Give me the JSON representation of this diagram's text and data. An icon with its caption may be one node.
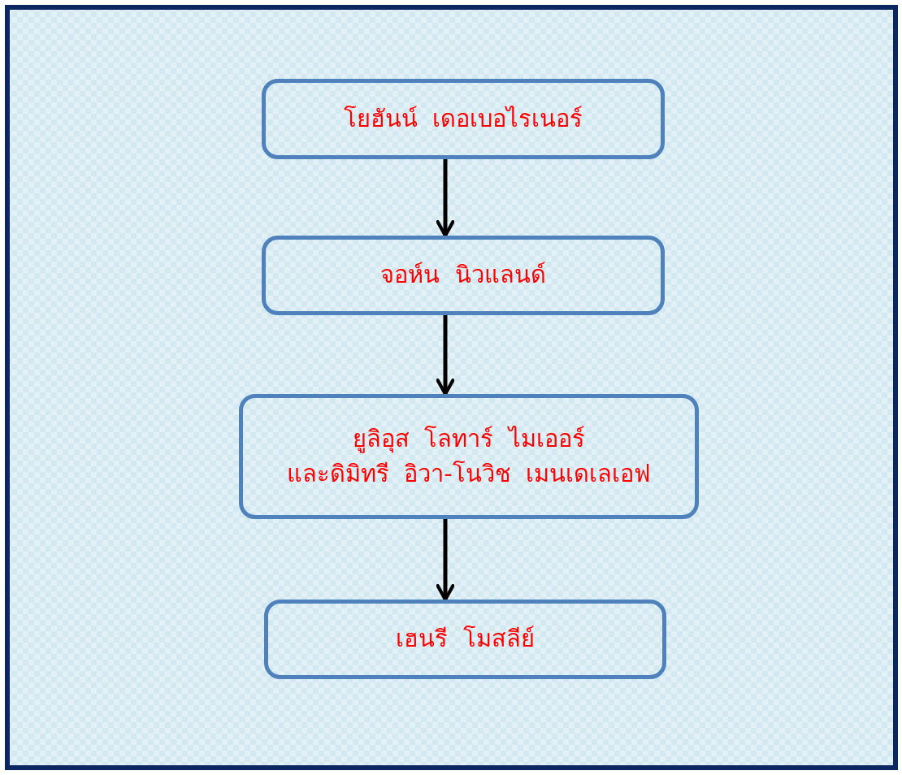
{
  "diagram": {
    "nodes": [
      {
        "text": [
          "โยฮันน์  เดอเบอไรเนอร์"
        ]
      },
      {
        "text": [
          "จอห์น  นิวแลนด์"
        ]
      },
      {
        "text": [
          "ยูลิอุส  โลทาร์  ไมเออร์ และดิมิทรี  อิวา-โนวิช  เมนเดเลเอฟ"
        ]
      },
      {
        "text": [
          "เฮนรี  โมสลีย์"
        ]
      }
    ],
    "edges": [
      {
        "from": 0,
        "to": 1,
        "arrow": "to"
      },
      {
        "from": 1,
        "to": 2,
        "arrow": "to"
      },
      {
        "from": 2,
        "to": 3,
        "arrow": "to"
      }
    ]
  }
}
